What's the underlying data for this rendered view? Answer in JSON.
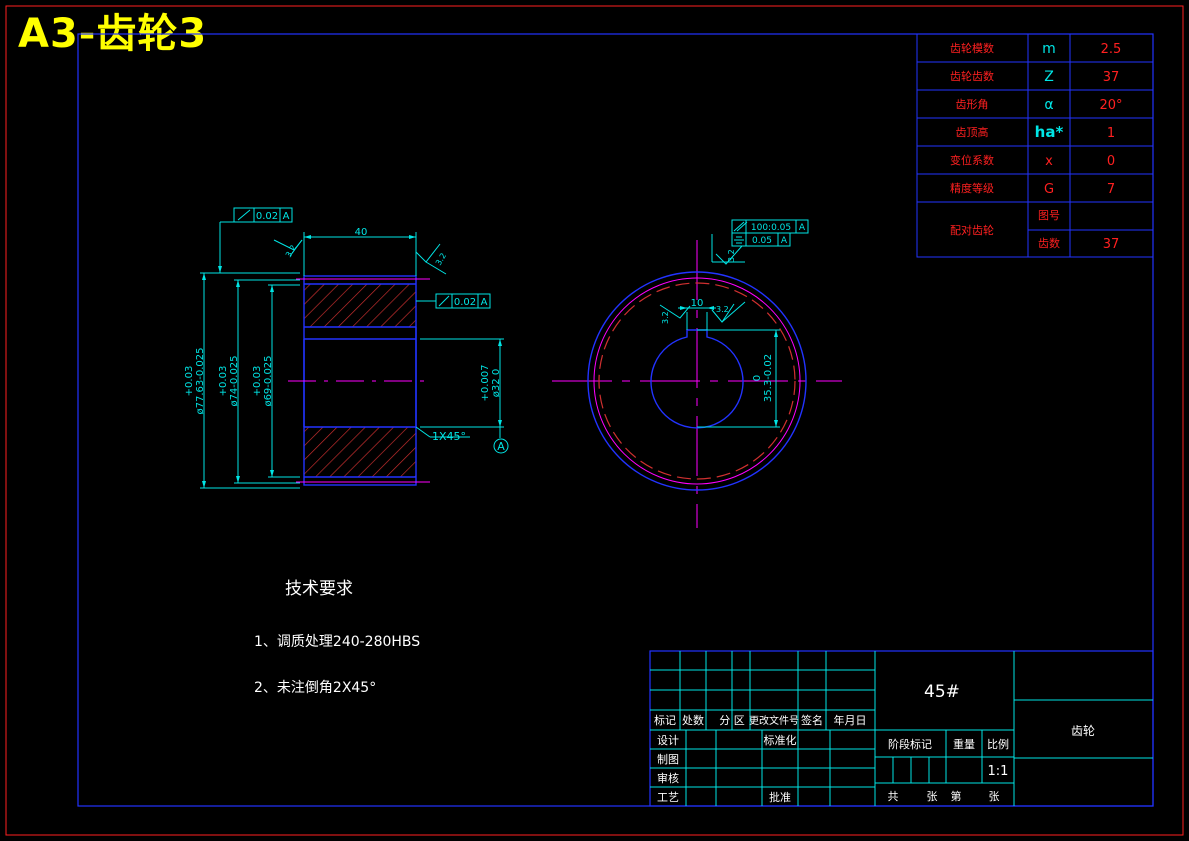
{
  "title": "A3-齿轮3",
  "colors": {
    "red": "#ff2020",
    "blue": "#2233ff",
    "cyan": "#00e5e5",
    "white": "#ffffff",
    "yellow": "#ffff00",
    "magenta": "#ff00ff",
    "hatch": "#d03030"
  },
  "param_table": [
    {
      "name": "齿轮模数",
      "symbol": "m",
      "value": "2.5"
    },
    {
      "name": "齿轮齿数",
      "symbol": "Z",
      "value": "37"
    },
    {
      "name": "齿形角",
      "symbol": "α",
      "value": "20°"
    },
    {
      "name": "齿顶高",
      "symbol": "ha*",
      "value": "1"
    },
    {
      "name": "变位系数",
      "symbol": "x",
      "value": "0"
    },
    {
      "name": "精度等级",
      "symbol": "G",
      "value": "7"
    }
  ],
  "param_pair": {
    "name": "配对齿轮",
    "row1_label": "图号",
    "row1_value": "",
    "row2_label": "齿数",
    "row2_value": "37"
  },
  "dims": {
    "width": "40",
    "d_outer_tol": "+0.03",
    "d_outer": "ø77.63-0.025",
    "d_root_tol": "+0.03",
    "d_root": "ø74-0.025",
    "d_hub_tol": "+0.03",
    "d_hub": "ø69-0.025",
    "bore_tol": "+0.007",
    "bore": "ø32 0",
    "key_width": "10",
    "key_depth_tol": "0",
    "key_depth": "35.3-0.02",
    "chamfer": "1X45°",
    "datum": "A",
    "rough_a": "3.2",
    "rough_b": "3.2",
    "rough_c": "3.2",
    "rough_d": "3.2",
    "rough_e": "3.2"
  },
  "tolerance_frames": {
    "left_top": {
      "tol": "0.02",
      "datum": "A"
    },
    "left_mid": {
      "tol": "0.02",
      "datum": "A"
    },
    "right_top_1": {
      "tol": "100:0.05",
      "datum": "A"
    },
    "right_top_2": {
      "tol": "0.05",
      "datum": "A"
    }
  },
  "tech": {
    "heading": "技术要求",
    "item1": "1、调质处理240-280HBS",
    "item2": "2、未注倒角2X45°"
  },
  "title_block": {
    "material": "45#",
    "part_name": "齿轮",
    "h_mark": "标记",
    "h_count": "处数",
    "h_zone": "分 区",
    "h_doc": "更改文件号",
    "h_sign": "签名",
    "h_date": "年月日",
    "design": "设计",
    "draw": "制图",
    "check": "审核",
    "process": "工艺",
    "standardize": "标准化",
    "approve": "批准",
    "stage": "阶段标记",
    "weight": "重量",
    "scale_label": "比例",
    "scale": "1:1",
    "total": "共",
    "sheet": "张",
    "page": "第",
    "page_unit": "张"
  }
}
